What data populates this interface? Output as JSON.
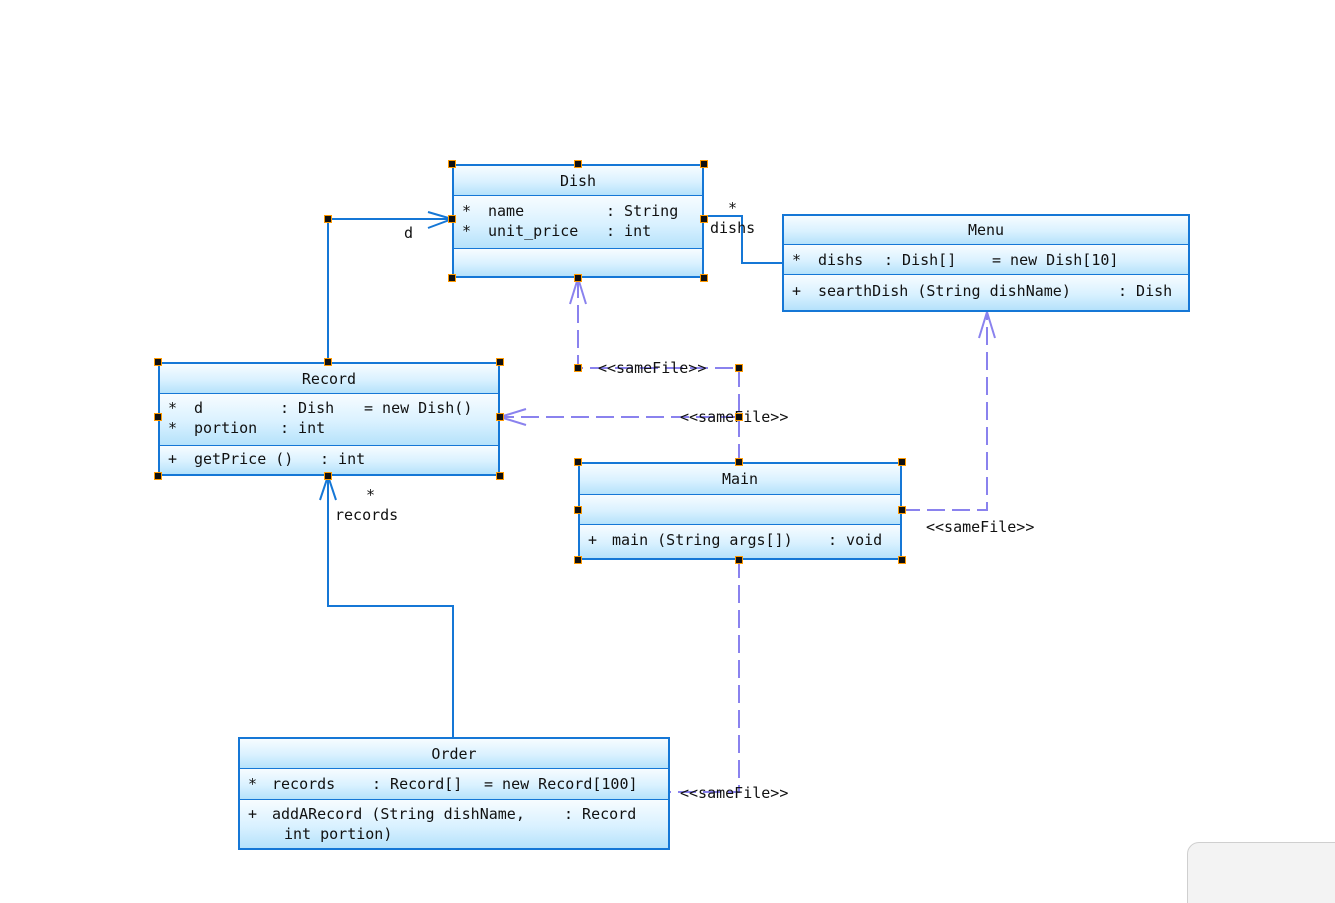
{
  "diagram": {
    "classes": {
      "dish": {
        "name": "Dish",
        "attributes": [
          {
            "vis": "*",
            "name": "name",
            "type": ": String",
            "init": ""
          },
          {
            "vis": "*",
            "name": "unit_price",
            "type": ": int",
            "init": ""
          }
        ],
        "operations": []
      },
      "menu": {
        "name": "Menu",
        "attributes": [
          {
            "vis": "*",
            "name": "dishs",
            "type": ": Dish[]",
            "init": "= new Dish[10]"
          }
        ],
        "operations": [
          {
            "vis": "+",
            "name": "searthDish (String dishName)",
            "type": ": Dish"
          }
        ]
      },
      "record": {
        "name": "Record",
        "attributes": [
          {
            "vis": "*",
            "name": "d",
            "type": ": Dish",
            "init": "= new Dish()"
          },
          {
            "vis": "*",
            "name": "portion",
            "type": ": int",
            "init": ""
          }
        ],
        "operations": [
          {
            "vis": "+",
            "name": "getPrice ()",
            "type": ": int"
          }
        ]
      },
      "main": {
        "name": "Main",
        "attributes": [],
        "operations": [
          {
            "vis": "+",
            "name": "main (String args[])",
            "type": ": void"
          }
        ]
      },
      "order": {
        "name": "Order",
        "attributes": [
          {
            "vis": "*",
            "name": "records",
            "type": ": Record[]",
            "init": "= new Record[100]"
          }
        ],
        "operations": [
          {
            "vis": "+",
            "name": "addARecord (String dishName,",
            "name2": "int portion)",
            "type": ": Record"
          }
        ]
      }
    },
    "labels": {
      "record_dish_role": "d",
      "menu_dish_multiplicity": "*",
      "menu_dish_role": "dishs",
      "order_record_multiplicity": "*",
      "order_record_role": "records",
      "main_dish_stereotype": "<<sameFile>>",
      "main_record_stereotype": "<<sameFile>>",
      "main_menu_stereotype": "<<sameFile>>",
      "main_order_stereotype": "<<sameFile>>"
    },
    "colors": {
      "class_border": "#1577d6",
      "class_fill_top": "#f7fcff",
      "class_fill_bottom": "#b5e2fb",
      "association_line": "#1577d6",
      "dependency_line": "#8a82ee",
      "handle_fill": "#111111",
      "handle_border": "#ff9a00"
    }
  }
}
